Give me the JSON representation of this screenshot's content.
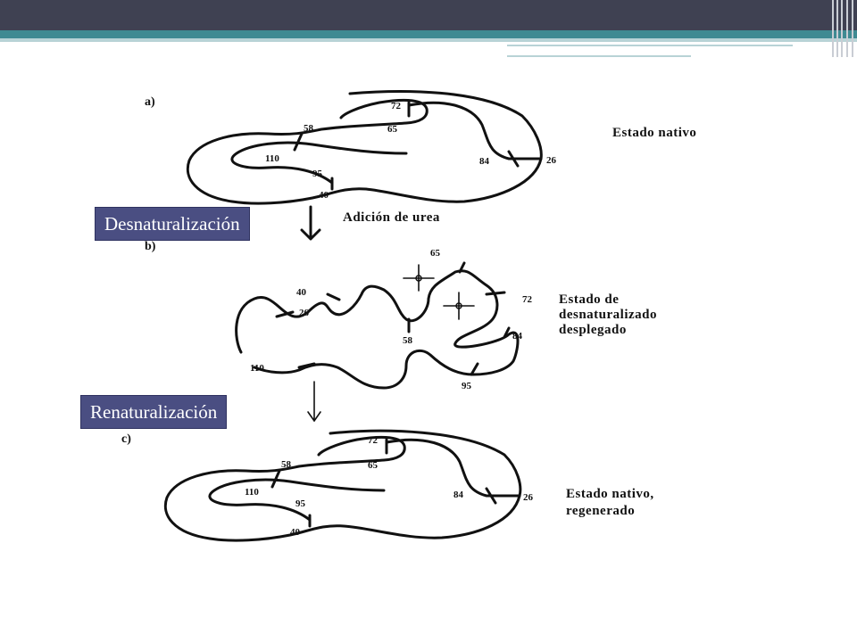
{
  "panels": {
    "a": {
      "label": "a)",
      "state": "Estado nativo",
      "numbers": [
        "72",
        "65",
        "58",
        "110",
        "95",
        "84",
        "26",
        "40"
      ]
    },
    "b": {
      "label": "b)",
      "state_lines": [
        "Estado de",
        "desnaturalizado",
        "desplegado"
      ],
      "numbers": [
        "65",
        "40",
        "26",
        "72",
        "58",
        "84",
        "110",
        "95"
      ]
    },
    "c": {
      "label": "c)",
      "state_lines": [
        "Estado nativo,",
        "regenerado"
      ],
      "numbers": [
        "72",
        "58",
        "65",
        "110",
        "84",
        "26",
        "95",
        "40"
      ]
    }
  },
  "steps": {
    "urea": "Adición de urea"
  },
  "callouts": {
    "denaturation": "Desnaturalización",
    "renaturation": "Renaturalización"
  },
  "colors": {
    "topbar": "#3f4152",
    "accent": "#3f8a92",
    "callout_bg": "#4a4e82"
  }
}
